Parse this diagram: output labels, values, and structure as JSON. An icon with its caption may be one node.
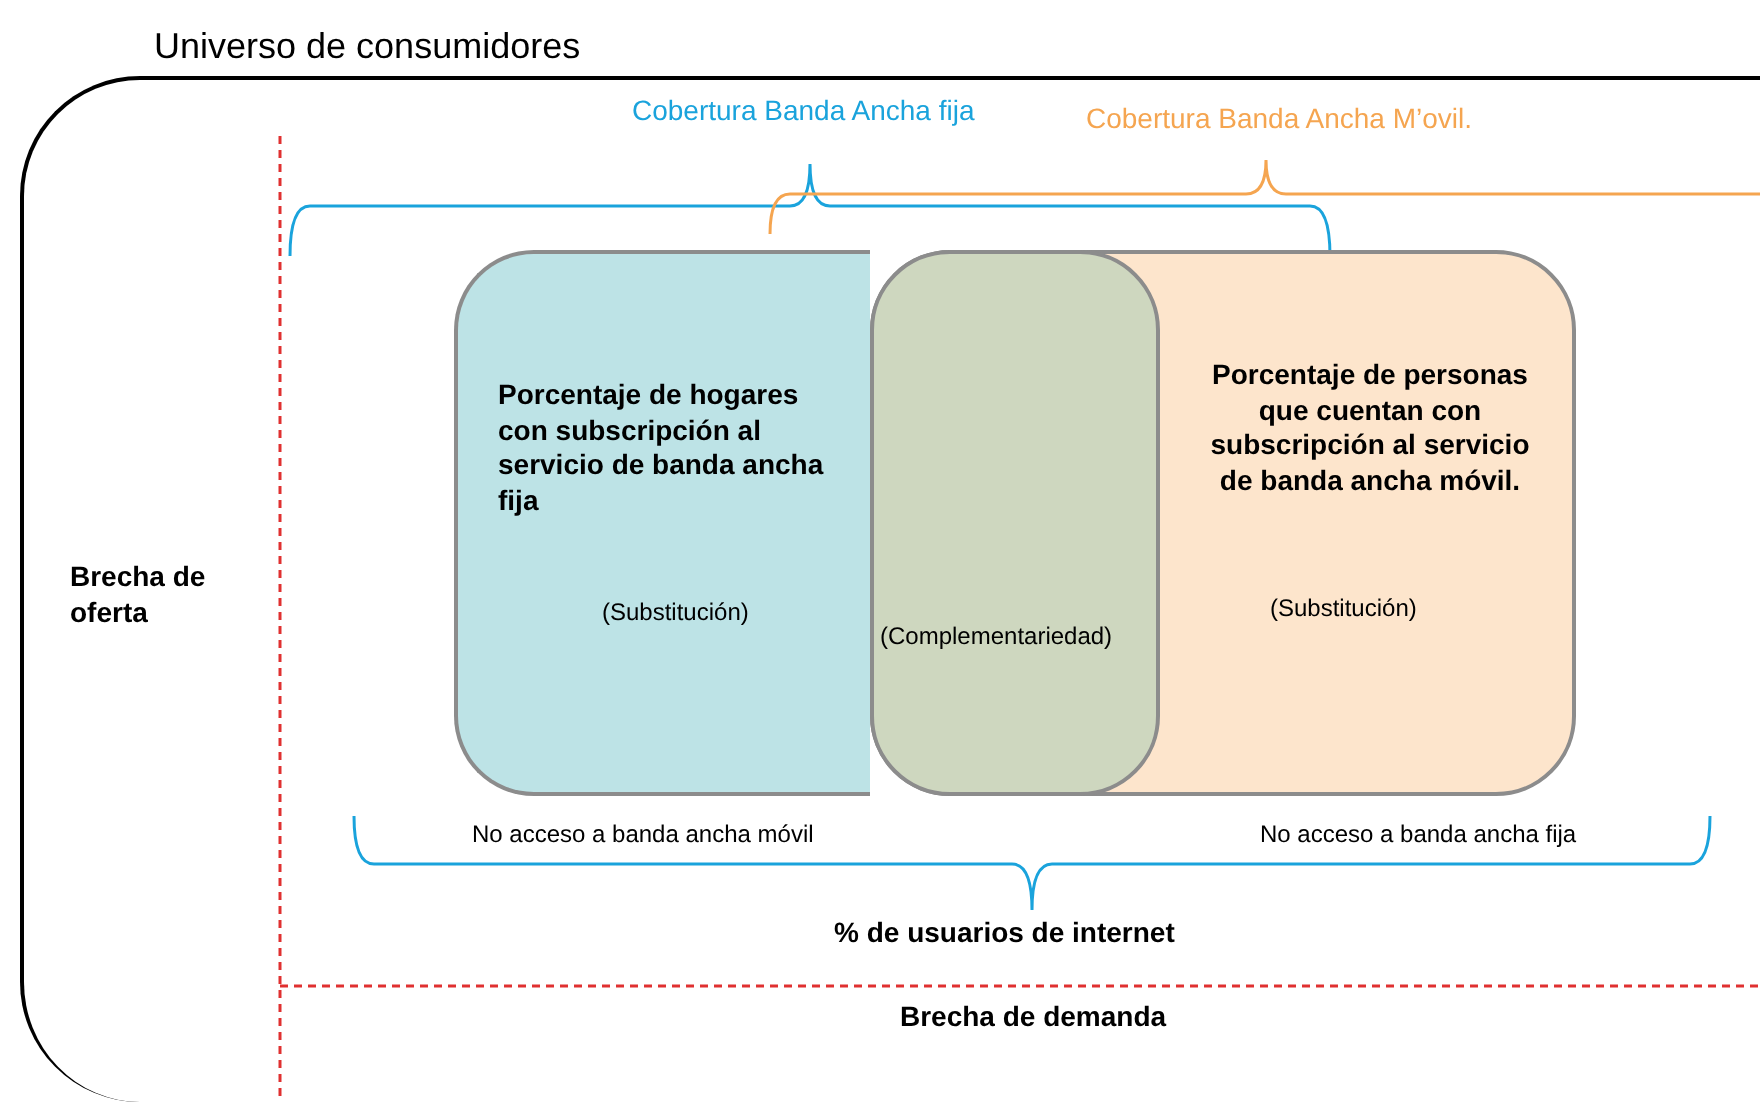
{
  "diagram": {
    "nodes": [
      {
        "text": [
          "Universo de consumidores"
        ]
      },
      {
        "text": [
          "Porcentaje de hogares con subscripción al servicio de banda ancha fija",
          "(Substitución)"
        ],
        "in": 0
      },
      {
        "text": [
          "Porcentaje de personas que cuentan con subscripción al servicio de banda ancha móvil.",
          "(Substitución)"
        ],
        "in": 0
      },
      {
        "text": [
          "(Complementariedad)"
        ],
        "in": 2
      }
    ],
    "labels": [
      "Cobertura Banda Ancha fija",
      "Cobertura Banda Ancha M’ovil.",
      "Brecha de oferta",
      "No acceso a banda ancha móvil",
      "No acceso a banda ancha fija",
      "% de usuarios de internet",
      "Brecha de demanda"
    ]
  }
}
